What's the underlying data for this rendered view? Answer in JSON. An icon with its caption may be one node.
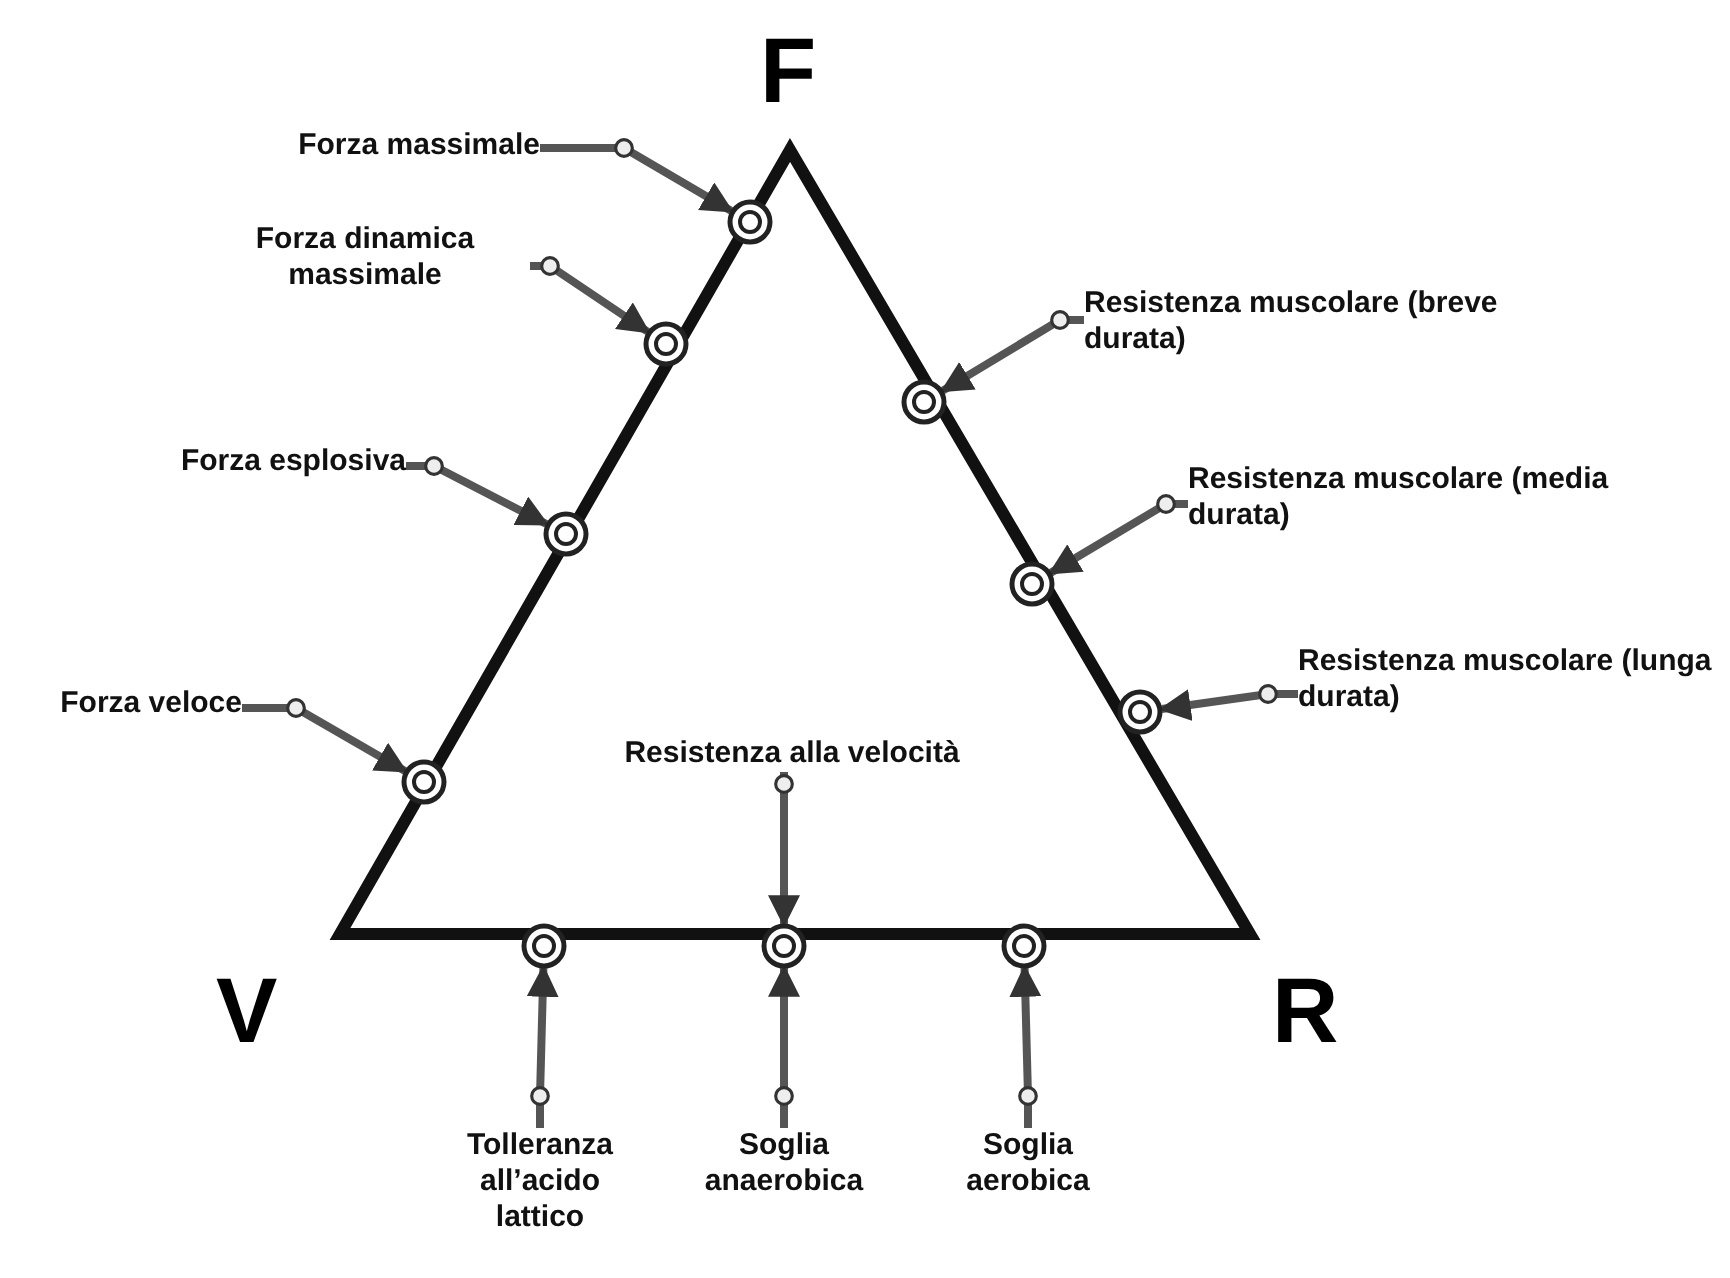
{
  "diagram": {
    "nodes": [
      {
        "text": [
          "Forza massimale"
        ]
      },
      {
        "text": [],
        "shape": "circle"
      },
      {
        "text": [
          "Forza dinamica massimale"
        ]
      },
      {
        "text": [],
        "shape": "circle"
      },
      {
        "text": [
          "Forza esplosiva"
        ]
      },
      {
        "text": [],
        "shape": "circle"
      },
      {
        "text": [
          "Forza veloce"
        ]
      },
      {
        "text": [],
        "shape": "circle"
      },
      {
        "text": [
          "Resistenza muscolare (breve durata)"
        ]
      },
      {
        "text": [],
        "shape": "circle"
      },
      {
        "text": [
          "Resistenza muscolare (media durata)"
        ]
      },
      {
        "text": [],
        "shape": "circle"
      },
      {
        "text": [
          "Resistenza muscolare (lunga durata)"
        ]
      },
      {
        "text": [],
        "shape": "circle"
      },
      {
        "text": [
          "Resistenza alla velocità"
        ]
      },
      {
        "text": [],
        "shape": "circle"
      },
      {
        "text": [],
        "shape": "circle"
      },
      {
        "text": [],
        "shape": "circle"
      },
      {
        "text": [
          "Tolleranza all’acido lattico"
        ]
      },
      {
        "text": [
          "Soglia anaerobica"
        ]
      },
      {
        "text": [
          "Soglia aerobica"
        ]
      }
    ],
    "edges": [
      {
        "from": 0,
        "to": 1,
        "arrow": "to"
      },
      {
        "from": 2,
        "to": 3,
        "arrow": "to"
      },
      {
        "from": 4,
        "to": 5,
        "arrow": "to"
      },
      {
        "from": 6,
        "to": 7,
        "arrow": "to"
      },
      {
        "from": 8,
        "to": 9,
        "arrow": "to"
      },
      {
        "from": 10,
        "to": 11,
        "arrow": "to"
      },
      {
        "from": 12,
        "to": 13,
        "arrow": "to"
      },
      {
        "from": 14,
        "to": 16,
        "arrow": "to"
      },
      {
        "from": 18,
        "to": 15,
        "arrow": "to"
      },
      {
        "from": 19,
        "to": 16,
        "arrow": "to"
      },
      {
        "from": 20,
        "to": 17,
        "arrow": "to"
      }
    ],
    "labels": [
      "F",
      "V",
      "R"
    ]
  }
}
